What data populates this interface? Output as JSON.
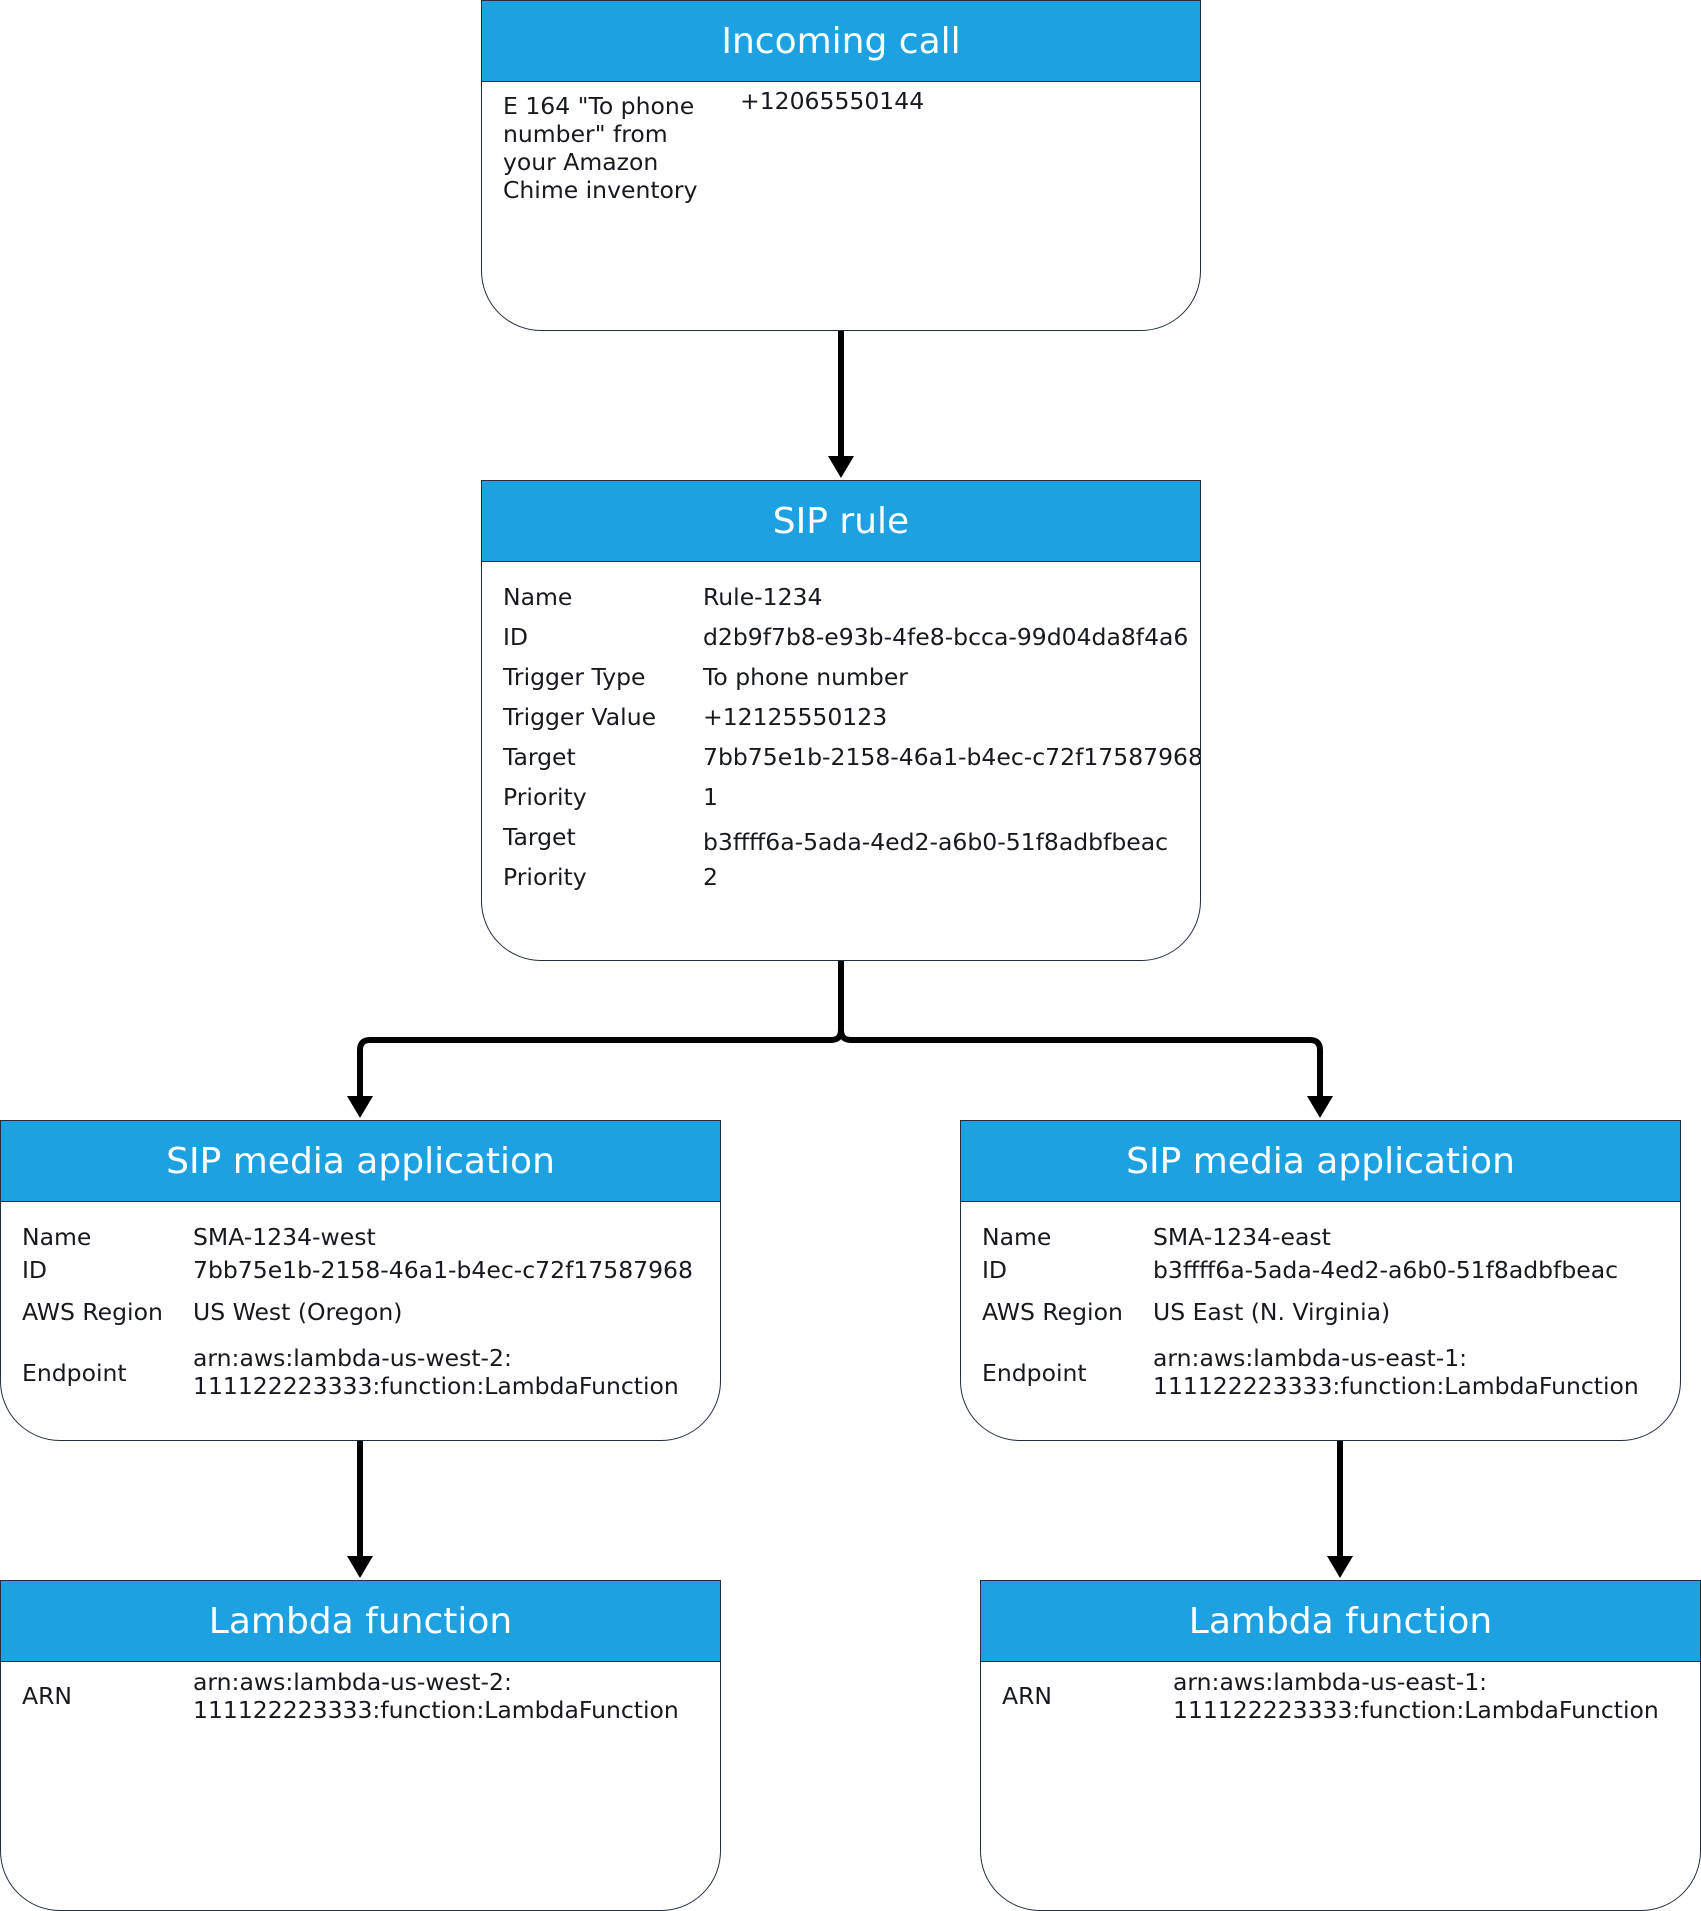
{
  "incoming_call": {
    "title": "Incoming call",
    "label": "E 164 \"To phone number\" from your Amazon Chime inventory",
    "value": "+12065550144"
  },
  "sip_rule": {
    "title": "SIP rule",
    "rows": [
      {
        "label": "Name",
        "value": "Rule-1234"
      },
      {
        "label": "ID",
        "value": "d2b9f7b8-e93b-4fe8-bcca-99d04da8f4a6"
      },
      {
        "label": "Trigger Type",
        "value": "To phone number"
      },
      {
        "label": "Trigger Value",
        "value": "+12125550123"
      },
      {
        "label": "Target",
        "value": "7bb75e1b-2158-46a1-b4ec-c72f17587968"
      },
      {
        "label": "Priority",
        "value": "1"
      },
      {
        "label": "Target",
        "value": "b3ffff6a-5ada-4ed2-a6b0-51f8adbfbeac"
      },
      {
        "label": "Priority",
        "value": "2"
      }
    ]
  },
  "sma_west": {
    "title": "SIP media application",
    "rows": [
      {
        "label": "Name",
        "value": "SMA-1234-west"
      },
      {
        "label": "ID",
        "value": "7bb75e1b-2158-46a1-b4ec-c72f17587968"
      },
      {
        "label": "AWS Region",
        "value": "US West (Oregon)"
      },
      {
        "label": "Endpoint",
        "value_line1": "arn:aws:lambda-us-west-2:",
        "value_line2": "111122223333:function:LambdaFunction"
      }
    ]
  },
  "sma_east": {
    "title": "SIP media application",
    "rows": [
      {
        "label": "Name",
        "value": "SMA-1234-east"
      },
      {
        "label": "ID",
        "value": "b3ffff6a-5ada-4ed2-a6b0-51f8adbfbeac"
      },
      {
        "label": "AWS Region",
        "value": "US East (N. Virginia)"
      },
      {
        "label": "Endpoint",
        "value_line1": "arn:aws:lambda-us-east-1:",
        "value_line2": "111122223333:function:LambdaFunction"
      }
    ]
  },
  "lambda_west": {
    "title": "Lambda function",
    "label": "ARN",
    "value_line1": "arn:aws:lambda-us-west-2:",
    "value_line2": "111122223333:function:LambdaFunction"
  },
  "lambda_east": {
    "title": "Lambda function",
    "label": "ARN",
    "value_line1": "arn:aws:lambda-us-east-1:",
    "value_line2": "111122223333:function:LambdaFunction"
  },
  "colors": {
    "header": "#1ea1e1",
    "border": "#232f3e",
    "connector": "#000000"
  }
}
